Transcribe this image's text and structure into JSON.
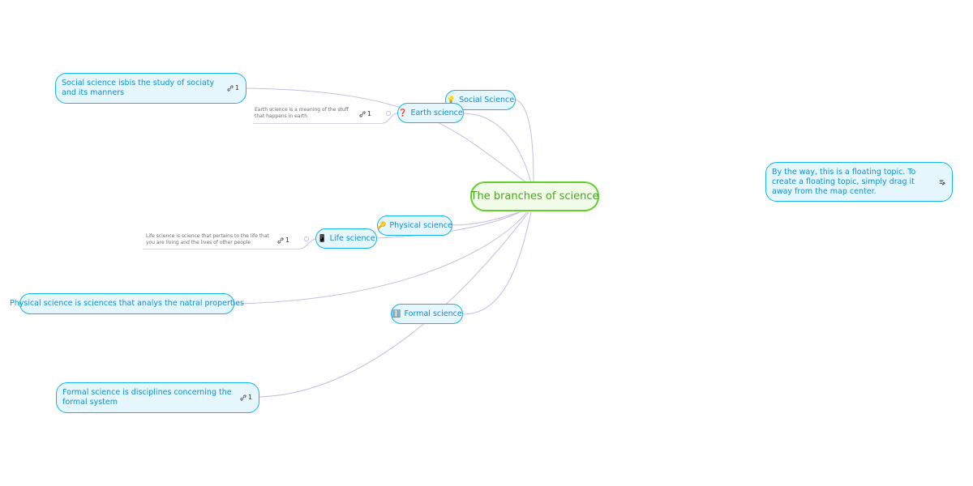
{
  "root": {
    "label": "The branches of science"
  },
  "branches": {
    "social": {
      "label": "Social Science",
      "icon": "lightbulb-icon"
    },
    "earth": {
      "label": "Earth science",
      "icon": "question-icon"
    },
    "physical": {
      "label": "Physical science",
      "icon": "key-icon"
    },
    "life": {
      "label": "Life science",
      "icon": "phone-icon"
    },
    "formal": {
      "label": "Formal science",
      "icon": "info-icon"
    }
  },
  "details": {
    "social": {
      "text": "Social science isbis the study of sociaty and its manners",
      "link_count": "1"
    },
    "physical": {
      "text": "Physical science is sciences that analys the natral properties"
    },
    "formal": {
      "text": "Formal science is disciplines concerning the formal system",
      "link_count": "1"
    }
  },
  "notes": {
    "earth": {
      "text": "Earth science is a meaning of the stuff that happens in earth",
      "link_count": "1"
    },
    "life": {
      "text": "Life science is science that pertains to the life that you are living and the lives of other people",
      "link_count": "1"
    }
  },
  "floating": {
    "text": "By the way, this is a floating topic. To create a floating topic, simply drag it away from the map center."
  },
  "colors": {
    "line": "#c7bce8",
    "topic_border": "#16b4ec",
    "topic_fill": "#e6f6fd",
    "root_border": "#62cf2e"
  }
}
